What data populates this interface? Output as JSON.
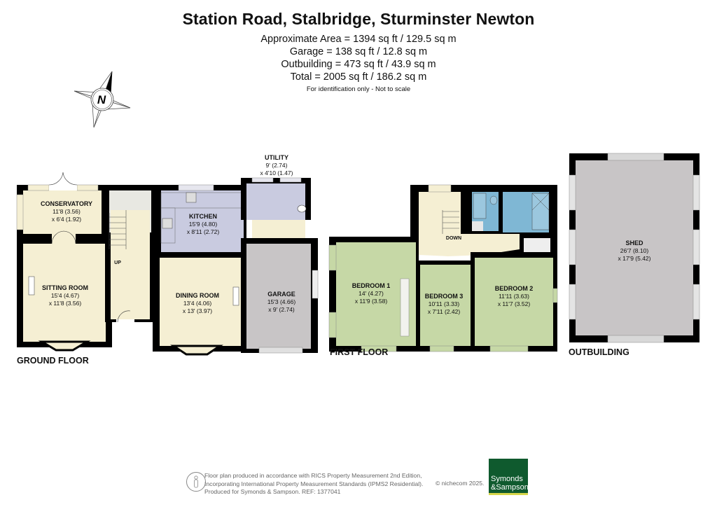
{
  "header": {
    "title": "Station Road, Stalbridge, Sturminster Newton",
    "areas": [
      "Approximate Area = 1394 sq ft / 129.5 sq m",
      "Garage = 138 sq ft / 12.8 sq m",
      "Outbuilding = 473 sq ft / 43.9 sq m",
      "Total = 2005 sq ft / 186.2 sq m"
    ],
    "note": "For identification only - Not to scale"
  },
  "compass": {
    "label": "N",
    "icon": "north-arrow-compass-icon"
  },
  "floors": {
    "ground": {
      "label": "GROUND FLOOR",
      "rooms": [
        {
          "name": "CONSERVATORY",
          "dim1": "11'8 (3.56)",
          "dim2": "x 6'4 (1.92)"
        },
        {
          "name": "SITTING ROOM",
          "dim1": "15'4 (4.67)",
          "dim2": "x 11'8 (3.56)"
        },
        {
          "name": "KITCHEN",
          "dim1": "15'9 (4.80)",
          "dim2": "x 8'11 (2.72)"
        },
        {
          "name": "UTILITY",
          "dim1": "9' (2.74)",
          "dim2": "x 4'10 (1.47)"
        },
        {
          "name": "DINING ROOM",
          "dim1": "13'4 (4.06)",
          "dim2": "x 13' (3.97)"
        },
        {
          "name": "GARAGE",
          "dim1": "15'3 (4.66)",
          "dim2": "x 9' (2.74)"
        }
      ],
      "stairs_label": "UP"
    },
    "first": {
      "label": "FIRST FLOOR",
      "rooms": [
        {
          "name": "BEDROOM 1",
          "dim1": "14' (4.27)",
          "dim2": "x 11'9 (3.58)"
        },
        {
          "name": "BEDROOM 3",
          "dim1": "10'11 (3.33)",
          "dim2": "x 7'11 (2.42)"
        },
        {
          "name": "BEDROOM 2",
          "dim1": "11'11 (3.63)",
          "dim2": "x 11'7 (3.52)"
        }
      ],
      "stairs_label": "DOWN"
    },
    "outbuilding": {
      "label": "OUTBUILDING",
      "rooms": [
        {
          "name": "SHED",
          "dim1": "26'7 (8.10)",
          "dim2": "x 17'9 (5.42)"
        }
      ]
    }
  },
  "colors": {
    "living": "#f5efd3",
    "kitchen": "#c9cbe0",
    "garage": "#c8c5c6",
    "bedroom": "#c6d8a6",
    "bathroom": "#7fb7d4",
    "wall": "#000000",
    "brand_green": "#0f5a2e",
    "brand_yellow": "#d7d64a"
  },
  "footer": {
    "lines": [
      "Floor plan produced in accordance with RICS Property Measurement 2nd Edition,",
      "Incorporating International Property Measurement Standards (IPMS2 Residential).",
      "Produced for Symonds & Sampson.   REF: 1377041"
    ],
    "copyright": "© nichecom 2025.",
    "brand_line1": "Symonds",
    "brand_line2": "&Sampson"
  }
}
